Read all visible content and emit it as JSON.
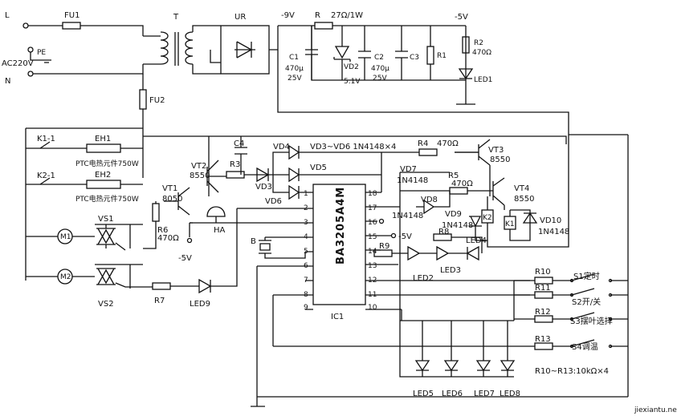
{
  "mains": {
    "L": "L",
    "PE": "PE",
    "N": "N",
    "ac": "AC220V",
    "fu1": "FU1",
    "fu2": "FU2",
    "t": "T",
    "ur": "UR"
  },
  "power": {
    "neg9v": "-9V",
    "r": "R",
    "r_val": "27Ω/1W",
    "neg5v": "-5V",
    "c1": "C1",
    "c1_val1": "470μ",
    "c1_val2": "25V",
    "vd2": "VD2",
    "vd2_val": "5.1V",
    "c2": "C2",
    "c2_val1": "470μ",
    "c2_val2": "25V",
    "c3": "C3",
    "r1": "R1",
    "r2": "R2",
    "r2_val": "470Ω",
    "led1": "LED1"
  },
  "heaters": {
    "k1": "K1-1",
    "k2": "K2-1",
    "eh1": "EH1",
    "eh2": "EH2",
    "eh1_desc": "PTC电热元件750W",
    "eh2_desc": "PTC电热元件750W"
  },
  "motors": {
    "vs1": "VS1",
    "vs2": "VS2",
    "m1": "M1",
    "m2": "M2",
    "r7": "R7",
    "led9": "LED9"
  },
  "transistors": {
    "vt1": "VT1",
    "vt1_type": "8050",
    "vt2": "VT2",
    "vt2_type": "8550",
    "vt3": "VT3",
    "vt3_type": "8550",
    "vt4": "VT4",
    "vt4_type": "8550",
    "r3": "R3",
    "r4": "R4",
    "r4_val": "470Ω",
    "r5": "R5",
    "r5_val": "470Ω",
    "r6": "R6",
    "r6_val": "470Ω",
    "c4": "C4",
    "neg5v_a": "-5V",
    "neg5v_b": "-5V",
    "ha": "HA",
    "b": "B"
  },
  "diodes": {
    "vd3": "VD3",
    "vd4": "VD4",
    "vd5": "VD5",
    "vd6": "VD6",
    "vd7": "VD7",
    "vd8": "VD8",
    "vd9": "VD9",
    "vd10": "VD10",
    "note": "VD3~VD6  1N4148×4",
    "vd7_type": "1N4148",
    "vd8_type": "1N4148",
    "vd9_type": "1N4148",
    "vd10_type": "1N4148",
    "k1": "K1",
    "k2": "K2"
  },
  "ic": {
    "name": "BA3205A4M",
    "label": "IC1",
    "left_pins": [
      "1",
      "2",
      "3",
      "4",
      "5",
      "6",
      "7",
      "8",
      "9"
    ],
    "right_pins": [
      "18",
      "17",
      "16",
      "15",
      "14",
      "13",
      "12",
      "11",
      "10"
    ]
  },
  "leds": {
    "r8": "R8",
    "r9": "R9",
    "led2": "LED2",
    "led3": "LED3",
    "led4": "LED4",
    "led5": "LED5",
    "led6": "LED6",
    "led7": "LED7",
    "led8": "LED8"
  },
  "switches": {
    "r10": "R10",
    "r11": "R11",
    "r12": "R12",
    "r13": "R13",
    "s1": "S1定时",
    "s2": "S2开/关",
    "s3": "S3摆叶选择",
    "s4": "S4调温",
    "note": "R10~R13:10kΩ×4"
  },
  "watermark": "jiexiantu.net"
}
